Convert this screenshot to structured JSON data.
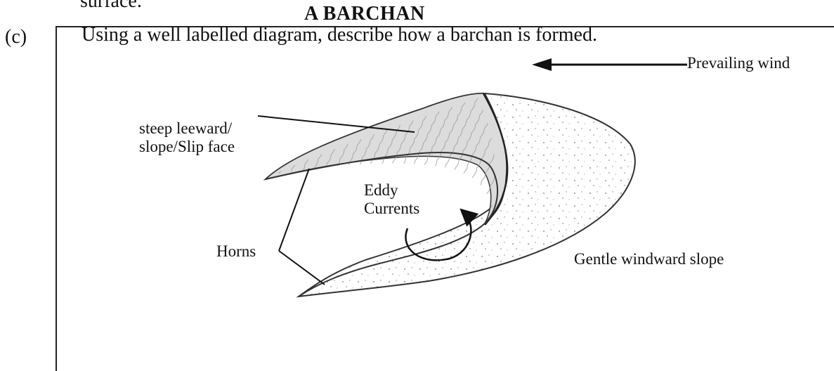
{
  "header_fragment": "surface.",
  "title": "A BARCHAN",
  "question": {
    "number": "(c)",
    "text": "Using a well labelled diagram, describe how a barchan is formed."
  },
  "diagram": {
    "labels": {
      "prevailing_wind": "Prevailing wind",
      "slip_face_line1": "steep leeward/",
      "slip_face_line2": "slope/Slip face",
      "eddy_line1": "Eddy",
      "eddy_line2": "Currents",
      "horns": "Horns",
      "gentle_slope": "Gentle windward slope"
    }
  }
}
